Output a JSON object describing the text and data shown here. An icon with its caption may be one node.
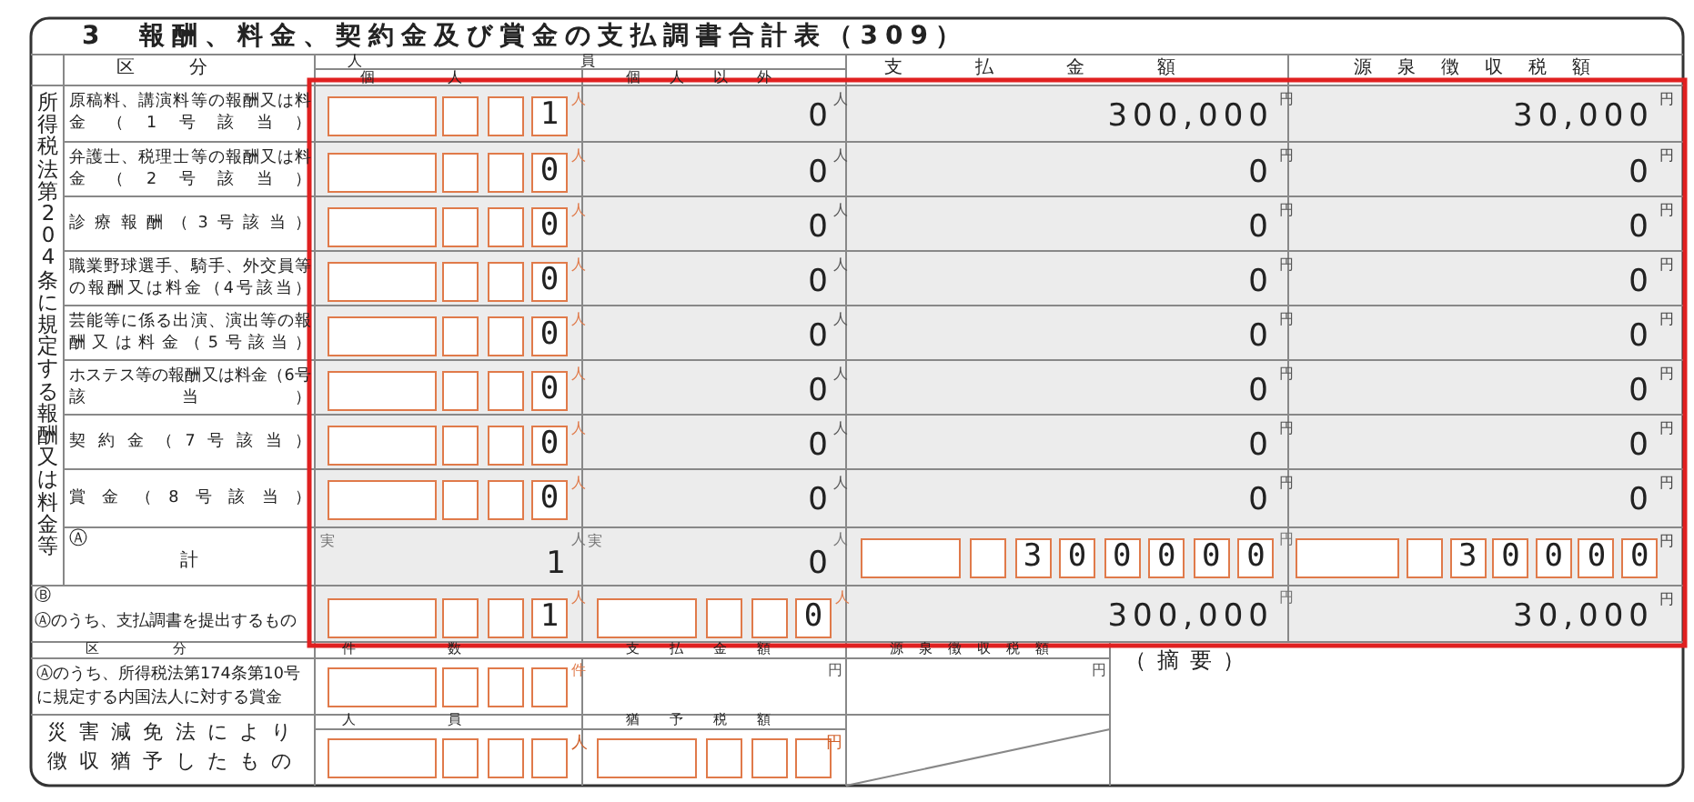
{
  "diagram": {
    "title": "3　報酬、料金、契約金及び賞金の支払調書合計表（309）",
    "labels": [
      "区分",
      "人員",
      "支払金額",
      "源泉徴収税額",
      "個人",
      "個人以外",
      "所得税法第204条に規定する報酬又は料金等",
      "原稿料、講演料等の報酬又は料金（1号該当）",
      "1",
      "人",
      "0",
      "人",
      "300,000",
      "円",
      "30,000",
      "円",
      "弁護士、税理士等の報酬又は料金（2号該当）",
      "0",
      "人",
      "0",
      "人",
      "0",
      "円",
      "0",
      "円",
      "診療報酬（3号該当）",
      "0",
      "人",
      "0",
      "人",
      "0",
      "円",
      "0",
      "円",
      "職業野球選手、騎手、外交員等の報酬又は料金（4号該当）",
      "0",
      "人",
      "0",
      "人",
      "0",
      "円",
      "0",
      "円",
      "芸能等に係る出演、演出等の報酬又は料金（5号該当）",
      "0",
      "人",
      "0",
      "人",
      "0",
      "円",
      "0",
      "円",
      "ホステス等の報酬又は料金（6号該当）",
      "0",
      "人",
      "0",
      "人",
      "0",
      "円",
      "0",
      "円",
      "契約金（7号該当）",
      "0",
      "人",
      "0",
      "人",
      "0",
      "円",
      "0",
      "円",
      "賞金（8号該当）",
      "0",
      "人",
      "0",
      "人",
      "0",
      "円",
      "0",
      "円",
      "Ⓐ",
      "計",
      "実",
      "1",
      "人",
      "実",
      "0",
      "人",
      "300000",
      "円",
      "30000",
      "円",
      "Ⓑ",
      "Ⓐのうち、支払調書を提出するもの",
      "1",
      "人",
      "0",
      "人",
      "300,000",
      "円",
      "30,000",
      "円",
      "区分",
      "件数",
      "支払金額",
      "源泉徴収税額",
      "（摘要）",
      "Ⓐのうち、所得税法第174条第10号に規定する内国法人に対する賞金",
      "件",
      "円",
      "円",
      "人員",
      "猶予税額",
      "災害減免法により徴収猶予したもの",
      "人",
      "円"
    ]
  }
}
